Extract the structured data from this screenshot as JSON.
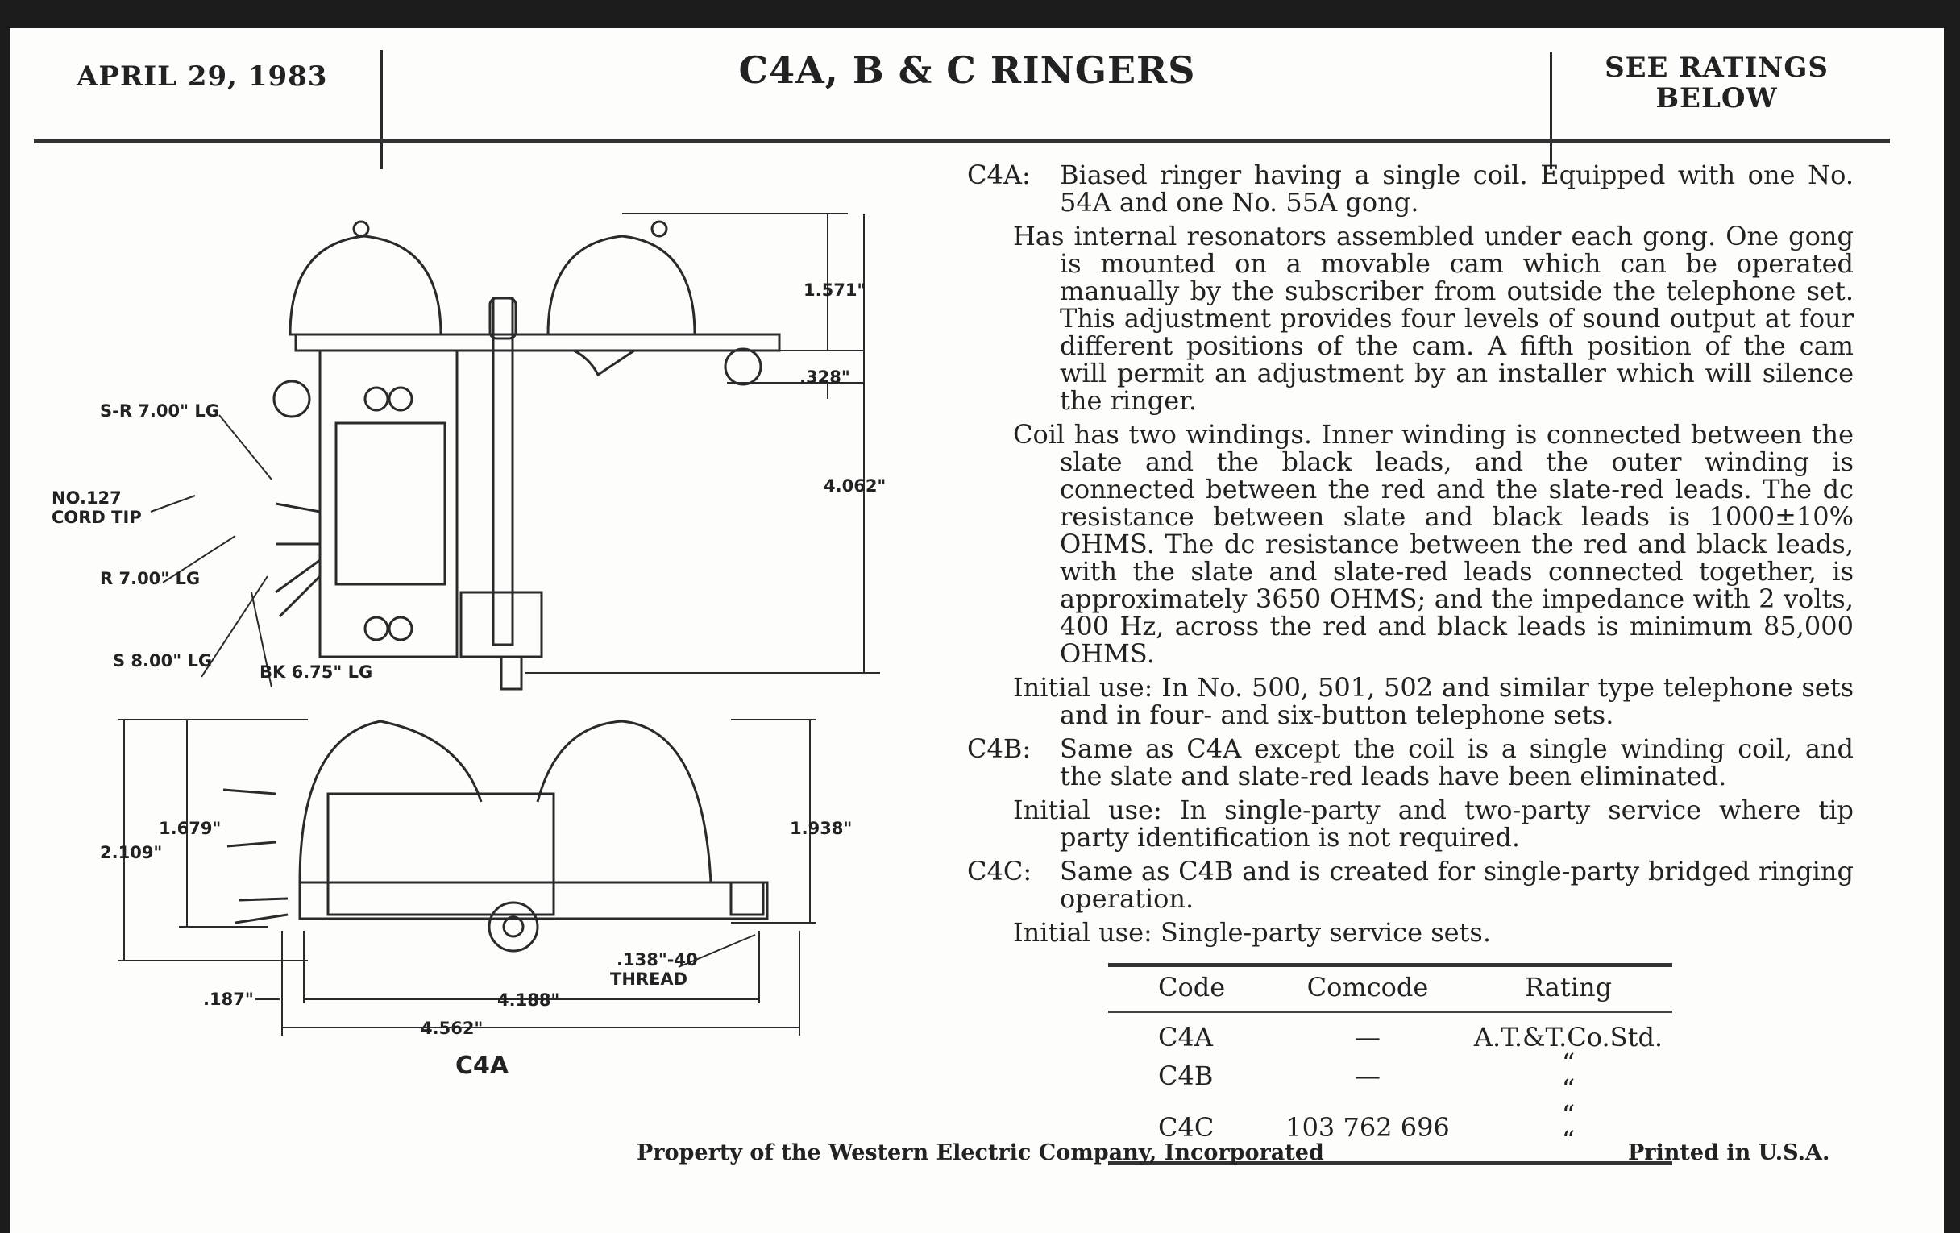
{
  "header": {
    "date": "APRIL 29, 1983",
    "title": "C4A, B & C RINGERS",
    "rating_note_line1": "SEE RATINGS",
    "rating_note_line2": "BELOW"
  },
  "diagram": {
    "top_view": {
      "dimensions": {
        "gong_height": "1.571\"",
        "mount_offset": ".328\"",
        "overall_height": "4.062\""
      },
      "leads": {
        "slate_red": "S-R 7.00\" LG",
        "cord_tip_line1": "NO.127",
        "cord_tip_line2": "CORD TIP",
        "red": "R 7.00\" LG",
        "slate": "S 8.00\" LG",
        "black": "BK 6.75\" LG"
      }
    },
    "side_view": {
      "dimensions": {
        "inner_height": "1.679\"",
        "overall_height": "2.109\"",
        "right_height": "1.938\"",
        "offset": ".187\"",
        "mount_spacing": "4.188\"",
        "overall_length": "4.562\""
      },
      "thread_line1": ".138\"-40",
      "thread_line2": "THREAD",
      "caption": "C4A"
    }
  },
  "description": {
    "c4a": {
      "code": "C4A:",
      "text": "Biased ringer having a single coil. Equipped with one No. 54A and one No. 55A gong."
    },
    "resonators": "Has internal resonators assembled under each gong. One gong is mounted on a movable cam which can be operated manually by the subscriber from outside the telephone set. This adjustment provides four levels of sound output at four different positions of the cam. A fifth position of the cam will permit an adjustment by an installer which will silence the ringer.",
    "coil": "Coil has two windings. Inner winding is connected between the slate and the black leads, and the outer winding is connected between the red and the slate-red leads. The dc resistance between slate and black leads is 1000±10% OHMS. The dc resistance between the red and black leads, with the slate and slate-red leads connected together, is approximately 3650 OHMS; and the impedance with 2 volts, 400 Hz, across the red and black leads is minimum 85,000 OHMS.",
    "c4a_use": "Initial use: In No. 500, 501, 502 and similar type telephone sets and in four- and six-button telephone sets.",
    "c4b": {
      "code": "C4B:",
      "text": "Same as C4A except the coil is a single winding coil, and the slate and slate-red leads have been eliminated."
    },
    "c4b_use": "Initial use: In single-party and two-party service where tip party identification is not required.",
    "c4c": {
      "code": "C4C:",
      "text": "Same as C4B and is created for single-party bridged ringing operation."
    },
    "c4c_use": "Initial use: Single-party service sets."
  },
  "ratings_table": {
    "headers": [
      "Code",
      "Comcode",
      "Rating"
    ],
    "rows": [
      {
        "code": "C4A",
        "comcode": "—",
        "rating": "A.T.&T.Co.Std."
      },
      {
        "code": "C4B",
        "comcode": "—",
        "rating_ditto_1": "“",
        "rating_ditto_2": "“"
      },
      {
        "code": "C4C",
        "comcode": "103 762 696",
        "rating_ditto_1": "“",
        "rating_ditto_2": "“"
      }
    ]
  },
  "footer": {
    "property": "Property of the Western Electric Company, Incorporated",
    "printed": "Printed in U.S.A."
  }
}
